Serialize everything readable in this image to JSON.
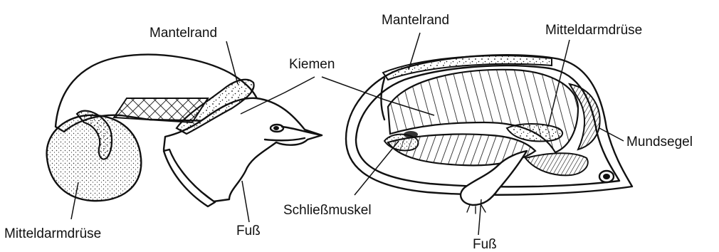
{
  "labels": {
    "left_mantelrand": "Mantelrand",
    "left_mitteldarmdruese": "Mitteldarmdrüse",
    "left_fuss": "Fuß",
    "kiemen": "Kiemen",
    "right_mantelrand": "Mantelrand",
    "right_mitteldarmdruese": "Mitteldarmdrüse",
    "mundsegel": "Mundsegel",
    "schliessmuskel": "Schließmuskel",
    "right_fuss": "Fuß"
  }
}
